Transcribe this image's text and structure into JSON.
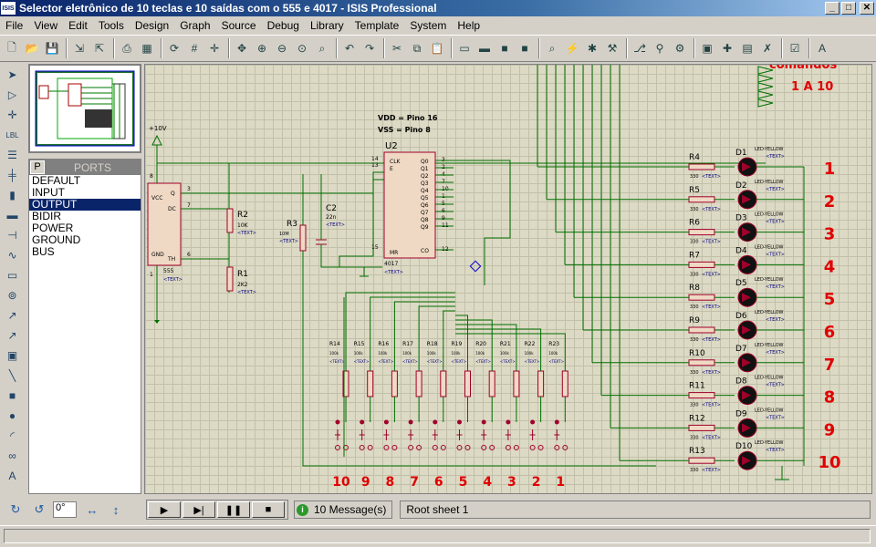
{
  "window": {
    "title": "Selector eletrônico de 10 teclas e 10 saídas com o 555 e 4017 - ISIS Professional",
    "app_icon": "ISIS",
    "min": "_",
    "max": "□",
    "close": "✕"
  },
  "menu": [
    "File",
    "View",
    "Edit",
    "Tools",
    "Design",
    "Graph",
    "Source",
    "Debug",
    "Library",
    "Template",
    "System",
    "Help"
  ],
  "toolbar_icons": [
    "new-icon",
    "open-icon",
    "save-icon",
    "import-icon",
    "export-icon",
    "print-icon",
    "print-area-icon",
    "refresh-icon",
    "grid-icon",
    "origin-icon",
    "pan-icon",
    "zoom-in-icon",
    "zoom-out-icon",
    "zoom-all-icon",
    "zoom-area-icon",
    "undo-icon",
    "redo-icon",
    "cut-icon",
    "copy-icon",
    "paste-icon",
    "block-copy-icon",
    "block-move-icon",
    "block-rotate-icon",
    "block-delete-icon",
    "pick-device-icon",
    "make-device-icon",
    "packaging-icon",
    "decompose-icon",
    "wire-autorouter-icon",
    "search-icon",
    "property-tool-icon",
    "new-sheet-icon",
    "delete-sheet-icon",
    "netlist-icon",
    "bom-icon",
    "erc-icon",
    "ares-icon"
  ],
  "left_tools": [
    "select-icon",
    "component-icon",
    "junction-icon",
    "wire-label-icon",
    "text-script-icon",
    "bus-icon",
    "subcircuit-icon",
    "terminal-icon",
    "pin-icon",
    "graph-icon",
    "tape-icon",
    "generator-icon",
    "voltage-probe-icon",
    "current-probe-icon",
    "instrument-icon",
    "line-icon",
    "box-icon",
    "circle-icon",
    "arc-icon",
    "path-icon",
    "text-icon"
  ],
  "ports_panel": {
    "p_button": "P",
    "title": "PORTS",
    "items": [
      "DEFAULT",
      "INPUT",
      "OUTPUT",
      "BIDIR",
      "POWER",
      "GROUND",
      "BUS"
    ],
    "selected": "OUTPUT"
  },
  "schematic": {
    "comandos": "comandos",
    "range": "1 A 10",
    "vdd": "VDD = Pino 16",
    "vss": "VSS = Pino 8",
    "supply": "+10V",
    "u555": {
      "name": "555",
      "text": "<TEXT>",
      "pins_left": [
        "VCC",
        "GND"
      ],
      "pins_right": [
        "Q",
        "DC",
        "TH"
      ],
      "pin_nums": [
        "8",
        "3",
        "7",
        "6",
        "1"
      ]
    },
    "u2": {
      "ref": "U2",
      "part": "4017",
      "text": "<TEXT>",
      "left_pins": [
        "CLK",
        "E",
        "MR"
      ],
      "left_nums": [
        "14",
        "13",
        "15"
      ],
      "right_pins": [
        "Q0",
        "Q1",
        "Q2",
        "Q3",
        "Q4",
        "Q5",
        "Q6",
        "Q7",
        "Q8",
        "Q9",
        "CO"
      ],
      "right_nums": [
        "3",
        "2",
        "4",
        "7",
        "10",
        "1",
        "5",
        "6",
        "9",
        "11",
        "12"
      ]
    },
    "r2": {
      "ref": "R2",
      "val": "10K",
      "text": "<TEXT>"
    },
    "r1": {
      "ref": "R1",
      "val": "2K2",
      "text": "<TEXT>"
    },
    "r3": {
      "ref": "R3",
      "val": "10M",
      "text": "<TEXT>"
    },
    "c2": {
      "ref": "C2",
      "val": "22n",
      "text": "<TEXT>"
    },
    "pulldowns": [
      "R14",
      "R15",
      "R16",
      "R17",
      "R18",
      "R19",
      "R20",
      "R21",
      "R22",
      "R23"
    ],
    "pulldown_val": "100k",
    "key_numbers": [
      "10",
      "9",
      "8",
      "7",
      "6",
      "5",
      "4",
      "3",
      "2",
      "1"
    ],
    "out_res": [
      "R4",
      "R5",
      "R6",
      "R7",
      "R8",
      "R9",
      "R10",
      "R11",
      "R12",
      "R13"
    ],
    "out_val": "330",
    "leds": [
      "D1",
      "D2",
      "D3",
      "D4",
      "D5",
      "D6",
      "D7",
      "D8",
      "D9",
      "D10"
    ],
    "led_part": "LED-YELLOW",
    "led_text": "<TEXT>",
    "out_numbers": [
      "1",
      "2",
      "3",
      "4",
      "5",
      "6",
      "7",
      "8",
      "9",
      "10"
    ],
    "colors": {
      "wire": "#007000",
      "part": "#a0002a",
      "num": "#e00000",
      "text": "#000080"
    }
  },
  "status": {
    "zoom": "0°",
    "messages": "10 Message(s)",
    "sheet": "Root sheet 1"
  }
}
